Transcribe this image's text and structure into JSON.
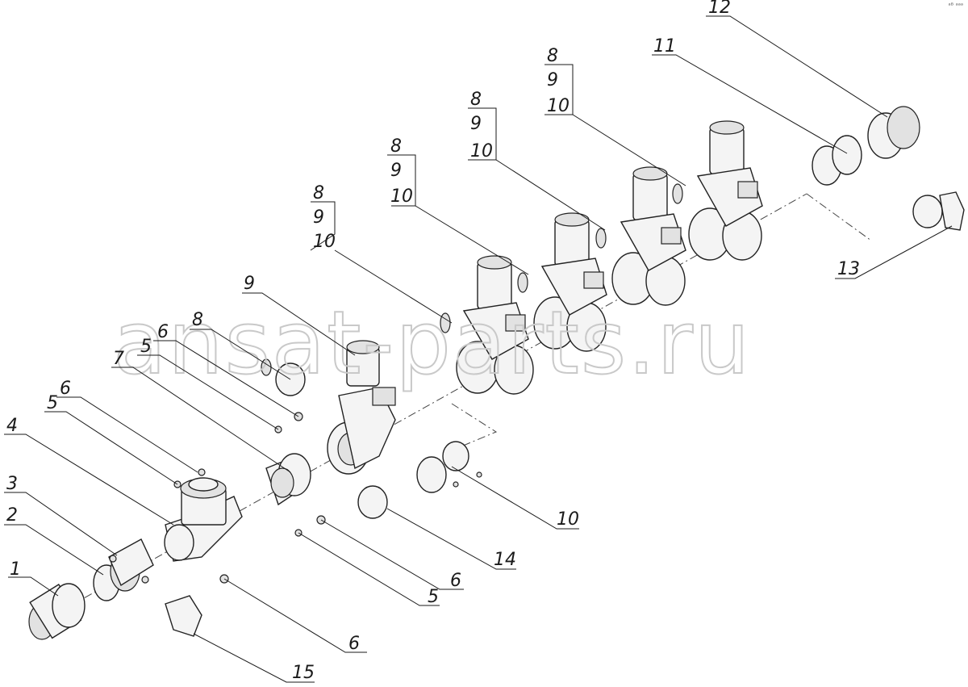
{
  "corner_mark": "ᵃᴮ ᵃᵃᵃ",
  "watermark": "ansat-parts.ru",
  "callouts": [
    {
      "id": "c1",
      "text": "1"
    },
    {
      "id": "c2",
      "text": "2"
    },
    {
      "id": "c3",
      "text": "3"
    },
    {
      "id": "c4",
      "text": "4"
    },
    {
      "id": "c5a",
      "text": "5"
    },
    {
      "id": "c6a",
      "text": "6"
    },
    {
      "id": "c7",
      "text": "7"
    },
    {
      "id": "c5b",
      "text": "5"
    },
    {
      "id": "c6b",
      "text": "6"
    },
    {
      "id": "c8a",
      "text": "8"
    },
    {
      "id": "c9a",
      "text": "9"
    },
    {
      "id": "c8b",
      "text": "8"
    },
    {
      "id": "c9b",
      "text": "9"
    },
    {
      "id": "c10b",
      "text": "10"
    },
    {
      "id": "c8c",
      "text": "8"
    },
    {
      "id": "c9c",
      "text": "9"
    },
    {
      "id": "c10c",
      "text": "10"
    },
    {
      "id": "c8d",
      "text": "8"
    },
    {
      "id": "c9d",
      "text": "9"
    },
    {
      "id": "c10d",
      "text": "10"
    },
    {
      "id": "c8e",
      "text": "8"
    },
    {
      "id": "c9e",
      "text": "9"
    },
    {
      "id": "c10e",
      "text": "10"
    },
    {
      "id": "c11",
      "text": "11"
    },
    {
      "id": "c12",
      "text": "12"
    },
    {
      "id": "c13",
      "text": "13"
    },
    {
      "id": "c10a",
      "text": "10"
    },
    {
      "id": "c14",
      "text": "14"
    },
    {
      "id": "c6c",
      "text": "6"
    },
    {
      "id": "c5c",
      "text": "5"
    },
    {
      "id": "c6d",
      "text": "6"
    },
    {
      "id": "c15",
      "text": "15"
    }
  ]
}
